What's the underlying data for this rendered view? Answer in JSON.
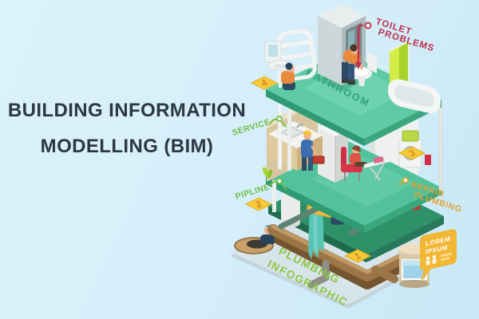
{
  "title": {
    "line1": "BUILDING INFORMATION",
    "line2": "MODELLING (BIM)"
  },
  "info": {
    "bathroom_label": "BATHROOM",
    "callouts": {
      "toilet_problems": {
        "line1": "TOILET",
        "line2": "PROBLEMS"
      },
      "service": {
        "label": "SERVICE"
      },
      "pipline": {
        "label": "PIPLINE"
      },
      "repair_plumbing": {
        "line1": "REPAIR",
        "line2": "PLUMBING"
      },
      "plumbing_infographic": {
        "line1": "PLUMBING",
        "line2": "INFOGRAPHIC"
      }
    },
    "markers": {
      "step1": "1",
      "step2": "2",
      "step3": "3",
      "step4": "4"
    },
    "speech_bubble": {
      "line1": "LOREM",
      "line2": "IPSUM"
    }
  },
  "colors": {
    "background": "#d5eef9",
    "title_text": "#2b3743",
    "floor_green": "#5ecba5",
    "lower_floor_green": "#2e9168",
    "label_green": "#6fbf44",
    "infographic_green": "#8cc63f",
    "label_red": "#c0304e",
    "label_orange": "#dfa02e",
    "marker_yellow": "#f7ca38",
    "marker_number": "#d3862c",
    "pipe_brown": "#9c7647",
    "bubble_yellow": "#f2b735",
    "lime_accent": "#cfe93e"
  }
}
